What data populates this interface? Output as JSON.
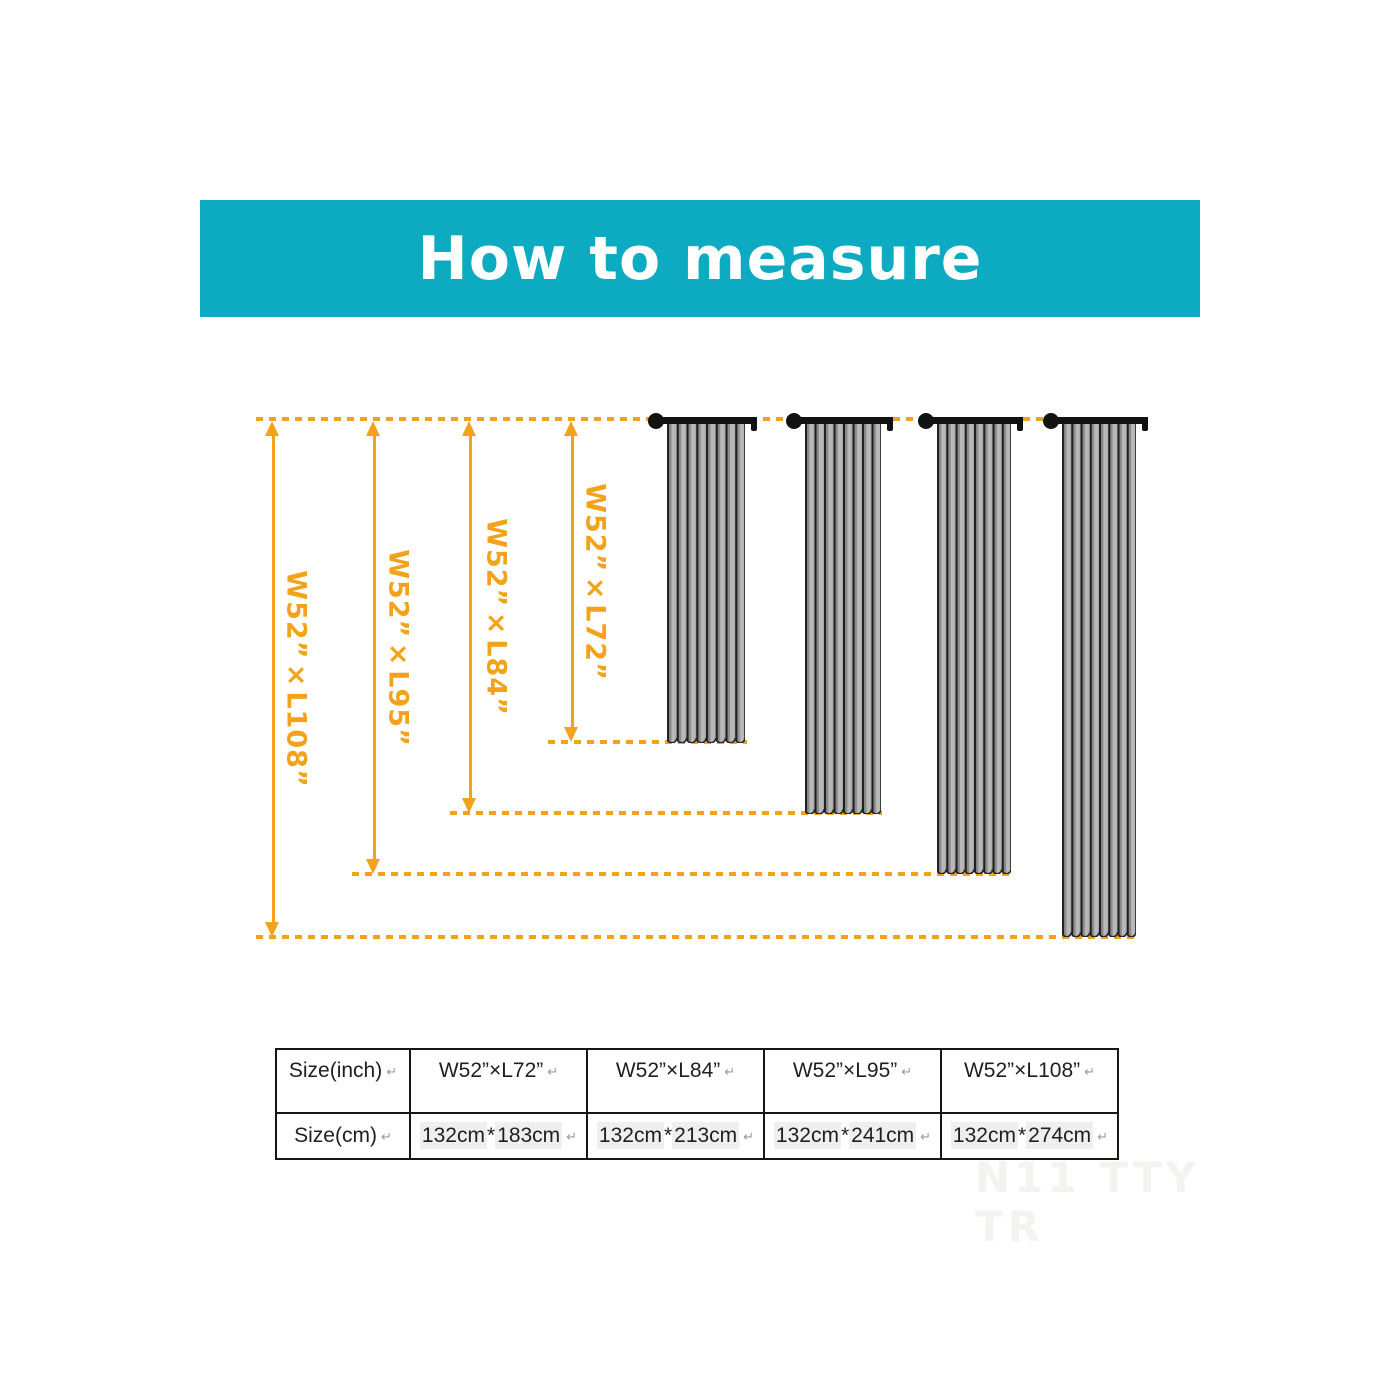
{
  "header": {
    "title": "How to measure"
  },
  "colors": {
    "accent_teal": "#0dabc1",
    "accent_orange": "#f2a31b",
    "curtain_gray": "#a8a8a8"
  },
  "diagram": {
    "measures": [
      {
        "label": "W52”×L108”"
      },
      {
        "label": "W52”×L95”"
      },
      {
        "label": "W52”×L84”"
      },
      {
        "label": "W52”×L72”"
      }
    ]
  },
  "table": {
    "rows": [
      {
        "header": "Size(inch)",
        "values": [
          "W52”×L72”",
          "W52”×L84”",
          "W52”×L95”",
          "W52”×L108”"
        ]
      },
      {
        "header": "Size(cm)",
        "values": [
          "132cm*183cm",
          "132cm*213cm",
          "132cm*241cm",
          "132cm*274cm"
        ]
      }
    ],
    "return_mark": "↵"
  },
  "watermark": "N11 TTY TR"
}
